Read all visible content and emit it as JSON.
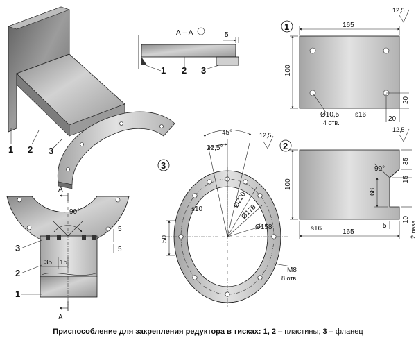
{
  "caption": {
    "title": "Приспособление для закрепления редуктора в тисках:",
    "n12": "1, 2",
    "plates": " – пластины; ",
    "n3": "3",
    "flange": " – фланец"
  },
  "section_view": {
    "title": "А – А",
    "dim": "5",
    "labels": [
      "1",
      "2",
      "3"
    ]
  },
  "iso_view": {
    "labels": [
      "1",
      "2",
      "3"
    ]
  },
  "front_view": {
    "cut_label": "А",
    "angle": "90°",
    "dims": [
      "35",
      "15",
      "5",
      "5"
    ],
    "labels": [
      "3",
      "2",
      "1"
    ]
  },
  "part1": {
    "num": "1",
    "roughness": "12,5",
    "width": "165",
    "height": "100",
    "hole": "Ø10,5",
    "hole_count": "4 отв.",
    "thickness": "s16",
    "edge_x": "20",
    "edge_y": "20"
  },
  "part2": {
    "num": "2",
    "roughness": "12,5",
    "width": "165",
    "height": "100",
    "angle": "90°",
    "dims": [
      "35",
      "15",
      "68",
      "5",
      "10"
    ],
    "groove": "2 паза",
    "thickness": "s16"
  },
  "part3": {
    "num": "3",
    "roughness": "12,5",
    "angle_outer": "45°",
    "angle_inner": "22,5°",
    "thickness": "s10",
    "d_outer": "Ø220",
    "d_pitch": "Ø178",
    "d_inner": "Ø158",
    "height": "50",
    "thread": "М8",
    "thread_count": "8 отв."
  }
}
